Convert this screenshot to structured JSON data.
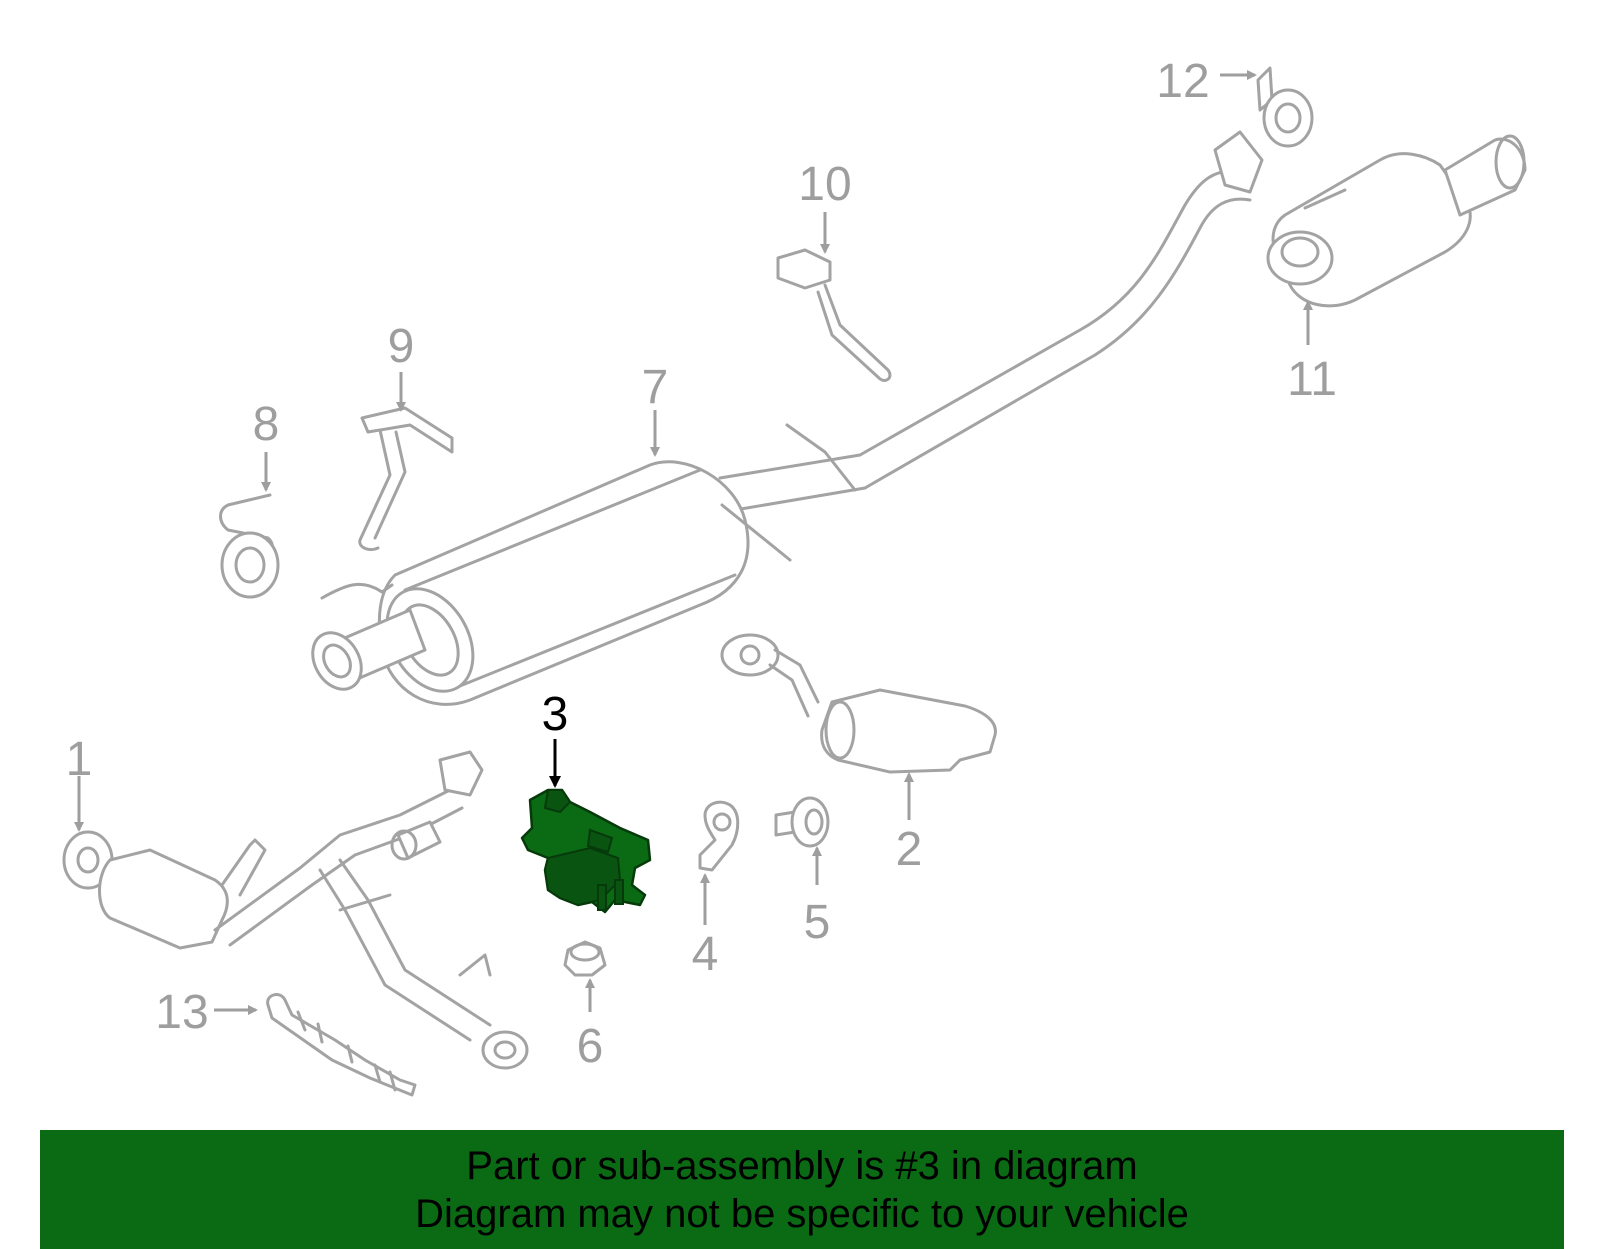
{
  "callouts": [
    {
      "id": "1",
      "label": "1"
    },
    {
      "id": "2",
      "label": "2"
    },
    {
      "id": "3",
      "label": "3"
    },
    {
      "id": "4",
      "label": "4"
    },
    {
      "id": "5",
      "label": "5"
    },
    {
      "id": "6",
      "label": "6"
    },
    {
      "id": "7",
      "label": "7"
    },
    {
      "id": "8",
      "label": "8"
    },
    {
      "id": "9",
      "label": "9"
    },
    {
      "id": "10",
      "label": "10"
    },
    {
      "id": "11",
      "label": "11"
    },
    {
      "id": "12",
      "label": "12"
    },
    {
      "id": "13",
      "label": "13"
    }
  ],
  "highlighted_part": "3",
  "banner": {
    "line1": "Part or sub-assembly is #3 in diagram",
    "line2": "Diagram may not be specific to your vehicle"
  },
  "colors": {
    "highlight": "#0b6a14",
    "banner": "#0b6a14",
    "outline": "#a3a3a3"
  }
}
